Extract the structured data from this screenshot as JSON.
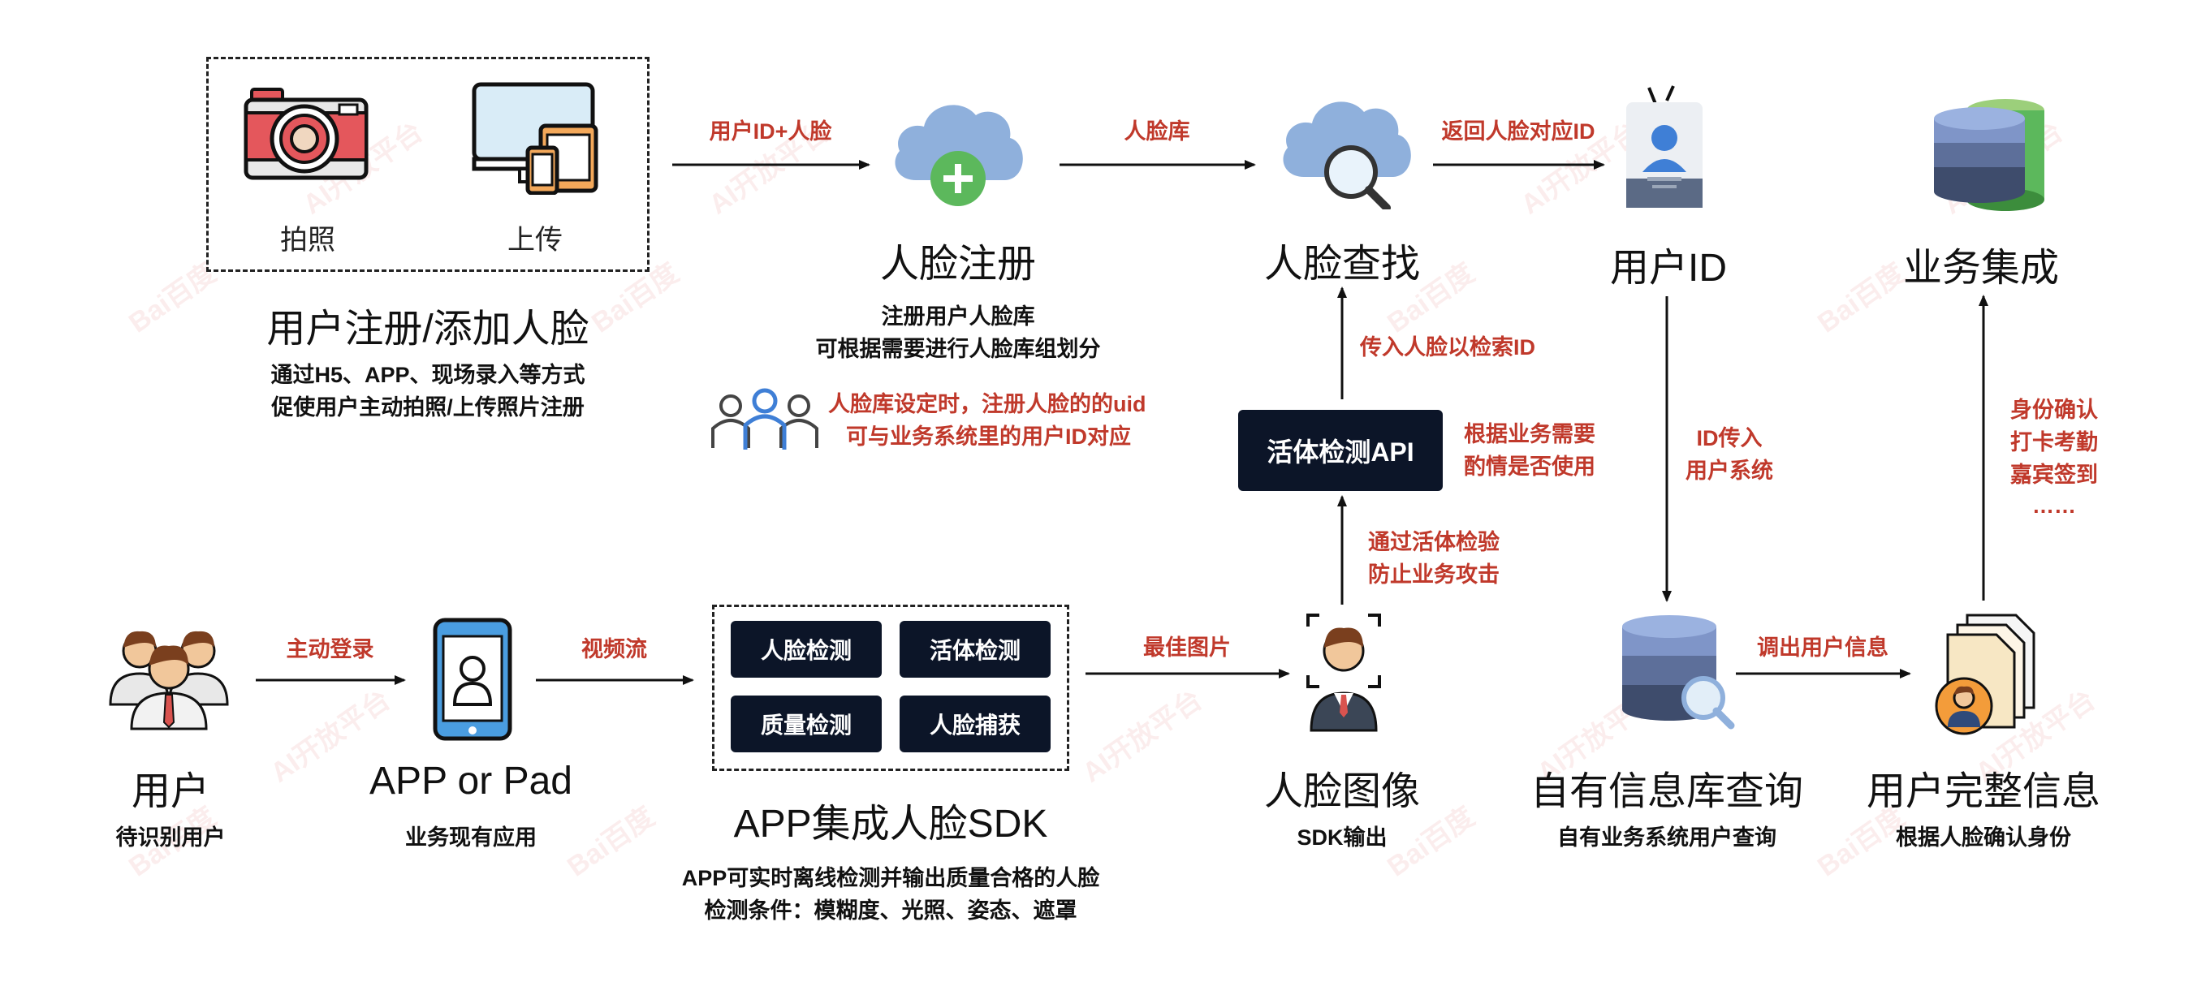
{
  "registration": {
    "camera_label": "拍照",
    "upload_label": "上传",
    "title": "用户注册/添加人脸",
    "desc_line1": "通过H5、APP、现场录入等方式",
    "desc_line2": "促使用户主动拍照/上传照片注册"
  },
  "face_register": {
    "title": "人脸注册",
    "desc_line1": "注册用户人脸库",
    "desc_line2": "可根据需要进行人脸库组划分",
    "note_line1": "人脸库设定时，注册人脸的的uid",
    "note_line2": "可与业务系统里的用户ID对应"
  },
  "face_search": {
    "title": "人脸查找"
  },
  "user_id": {
    "title": "用户ID"
  },
  "business": {
    "title": "业务集成"
  },
  "liveness_api": {
    "label": "活体检测API",
    "note_line1": "根据业务需要",
    "note_line2": "酌情是否使用"
  },
  "arrows": {
    "user_id_face": "用户ID+人脸",
    "face_db": "人脸库",
    "return_id": "返回人脸对应ID",
    "pass_search": "传入人脸以检索ID",
    "liveness_line1": "通过活体检验",
    "liveness_line2": "防止业务攻击",
    "id_pass_line1": "ID传入",
    "id_pass_line2": "用户系统",
    "biz_line1": "身份确认",
    "biz_line2": "打卡考勤",
    "biz_line3": "嘉宾签到",
    "biz_line4": "……",
    "active_login": "主动登录",
    "video_stream": "视频流",
    "best_image": "最佳图片",
    "fetch_user": "调出用户信息"
  },
  "user": {
    "title": "用户",
    "desc": "待识别用户"
  },
  "app": {
    "title": "APP or Pad",
    "desc": "业务现有应用"
  },
  "sdk": {
    "title": "APP集成人脸SDK",
    "buttons": [
      "人脸检测",
      "活体检测",
      "质量检测",
      "人脸捕获"
    ],
    "desc_line1": "APP可实时离线检测并输出质量合格的人脸",
    "desc_line2": "检测条件：模糊度、光照、姿态、遮罩"
  },
  "face_image": {
    "title": "人脸图像",
    "desc": "SDK输出"
  },
  "own_db": {
    "title": "自有信息库查询",
    "desc": "自有业务系统用户查询"
  },
  "full_info": {
    "title": "用户完整信息",
    "desc": "根据人脸确认身份"
  },
  "watermark": {
    "brand": "Bai百度",
    "text": "AI开放平台"
  },
  "colors": {
    "accent_red": "#c0392b",
    "dark_navy": "#0c1528",
    "cloud_blue": "#8fb0dc",
    "green": "#5cb85c"
  }
}
